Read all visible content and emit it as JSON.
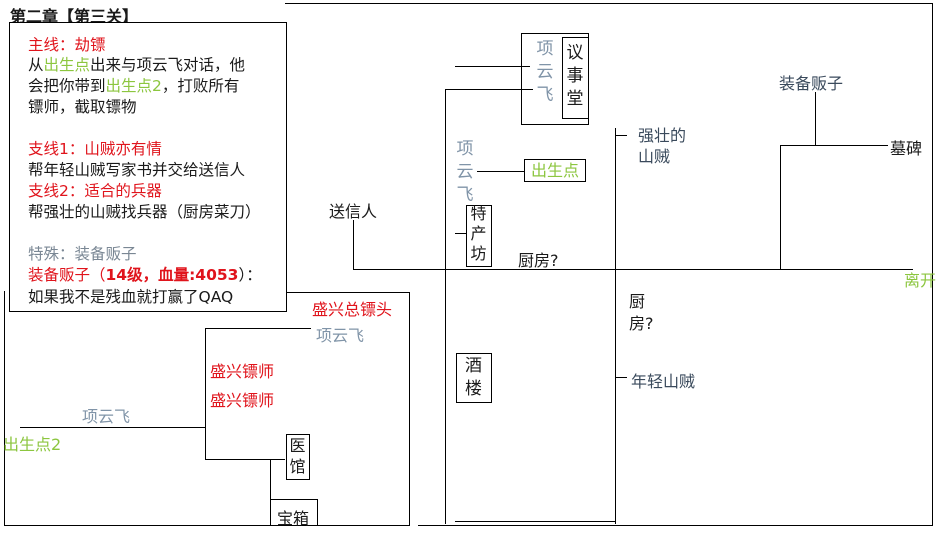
{
  "header": {
    "title": "第二章【第三关】"
  },
  "panel": {
    "main_label": "主线：劫镖",
    "main_line1_a": "从",
    "main_line1_b": "出生点",
    "main_line1_c": "出来与项云飞对话，他",
    "main_line2_a": "会把你带到",
    "main_line2_b": "出生点2",
    "main_line2_c": "，打败所有",
    "main_line3": "镖师，截取镖物",
    "side1_label": "支线1：山贼亦有情",
    "side1_text": "帮年轻山贼写家书并交给送信人",
    "side2_label": "支线2：适合的兵器",
    "side2_text": "帮强壮的山贼找兵器（厨房菜刀）",
    "special_label": "特殊：装备贩子",
    "special_a": "装备贩子（",
    "special_b": "14级，血量:4053",
    "special_c": "）：",
    "special_quote": "如果我不是残血就打赢了QAQ"
  },
  "map": {
    "yamen": "议事堂",
    "xiang_top": "项云飞",
    "xiang_mid": "项云飞",
    "spawn": "出生点",
    "special_shop": "特产坊",
    "messenger": "送信人",
    "kitchen_1": "厨房?",
    "kitchen_2_a": "厨",
    "kitchen_2_b": "房?",
    "tavern": "酒楼",
    "young_bandit": "年轻山贼",
    "strong_bandit_a": "强壮的",
    "strong_bandit_b": "山贼",
    "equip_vendor": "装备贩子",
    "tombstone": "墓碑",
    "exit": "离开",
    "head_escort": "盛兴总镖头",
    "xiang_lower": "项云飞",
    "escort_1": "盛兴镖师",
    "escort_2": "盛兴镖师",
    "xiang_left": "项云飞",
    "spawn2": "出生点2",
    "clinic": "医馆",
    "treasure": "宝箱"
  },
  "colors": {
    "red": "#e0141c",
    "green": "#8cc63f",
    "gray": "#8094a8"
  }
}
